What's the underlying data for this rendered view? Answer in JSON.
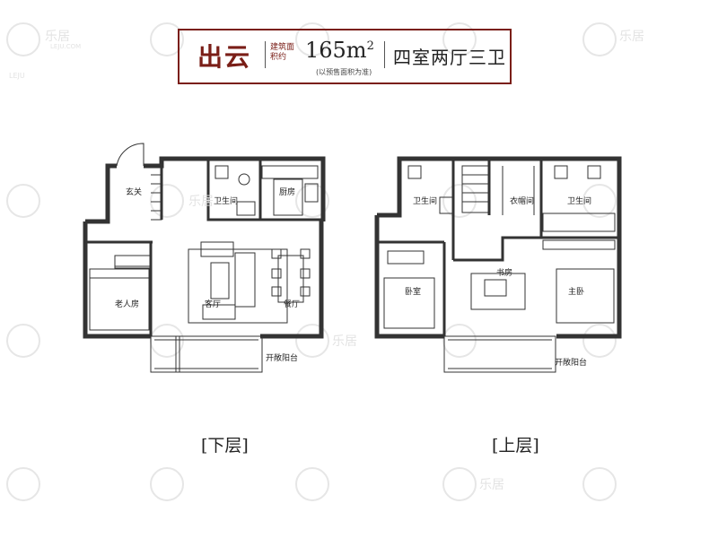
{
  "header": {
    "name": "出云",
    "area_label": "建筑面积约",
    "area_value": "165m",
    "area_sup": "2",
    "area_note": "(以预售面积为准)",
    "layout": "四室两厅三卫"
  },
  "floors": {
    "lower": {
      "label": "[下层]",
      "rooms": {
        "entry": "玄关",
        "bath": "卫生间",
        "kitchen": "厨房",
        "elder": "老人房",
        "living": "客厅",
        "dining": "餐厅",
        "balcony": "开敞阳台"
      }
    },
    "upper": {
      "label": "[上层]",
      "rooms": {
        "bath1": "卫生间",
        "closet": "衣帽间",
        "bath2": "卫生间",
        "study": "书房",
        "bedroom": "卧室",
        "master": "主卧",
        "balcony": "开敞阳台"
      }
    }
  },
  "watermark": {
    "brand": "乐居",
    "brand_en": "LEJU",
    "brand_sub": "LEJU.COM"
  },
  "colors": {
    "accent": "#7a1e17",
    "wall": "#333333",
    "watermark": "#e3e3e3"
  }
}
